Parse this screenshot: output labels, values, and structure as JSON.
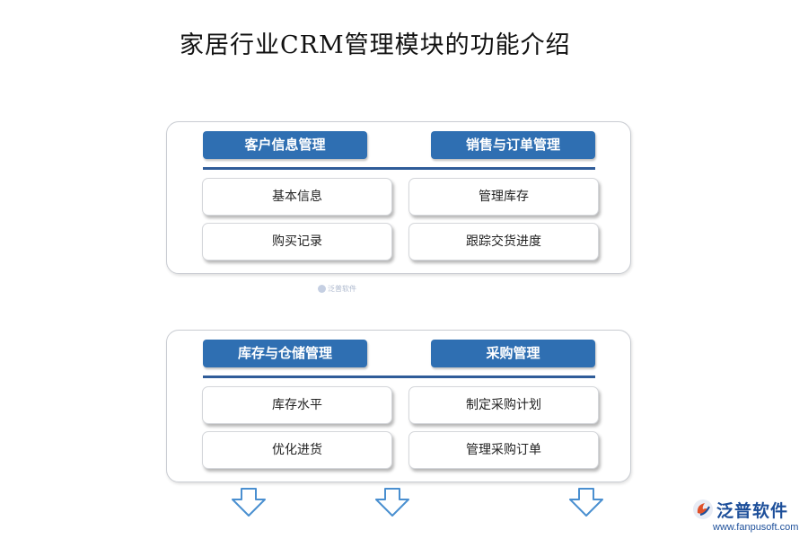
{
  "title": "家居行业CRM管理模块的功能介绍",
  "panels": [
    {
      "left_header": "客户信息管理",
      "right_header": "销售与订单管理",
      "items": [
        "基本信息",
        "管理库存",
        "购买记录",
        "跟踪交货进度"
      ]
    },
    {
      "left_header": "库存与仓储管理",
      "right_header": "采购管理",
      "items": [
        "库存水平",
        "制定采购计划",
        "优化进货",
        "管理采购订单"
      ]
    }
  ],
  "watermark_center": "泛普软件",
  "logo": {
    "name": "泛普软件",
    "url": "www.fanpusoft.com"
  },
  "colors": {
    "header_bg": "#2f6fb2",
    "rule": "#2f5c99",
    "arrow": "#4a8fd0"
  }
}
